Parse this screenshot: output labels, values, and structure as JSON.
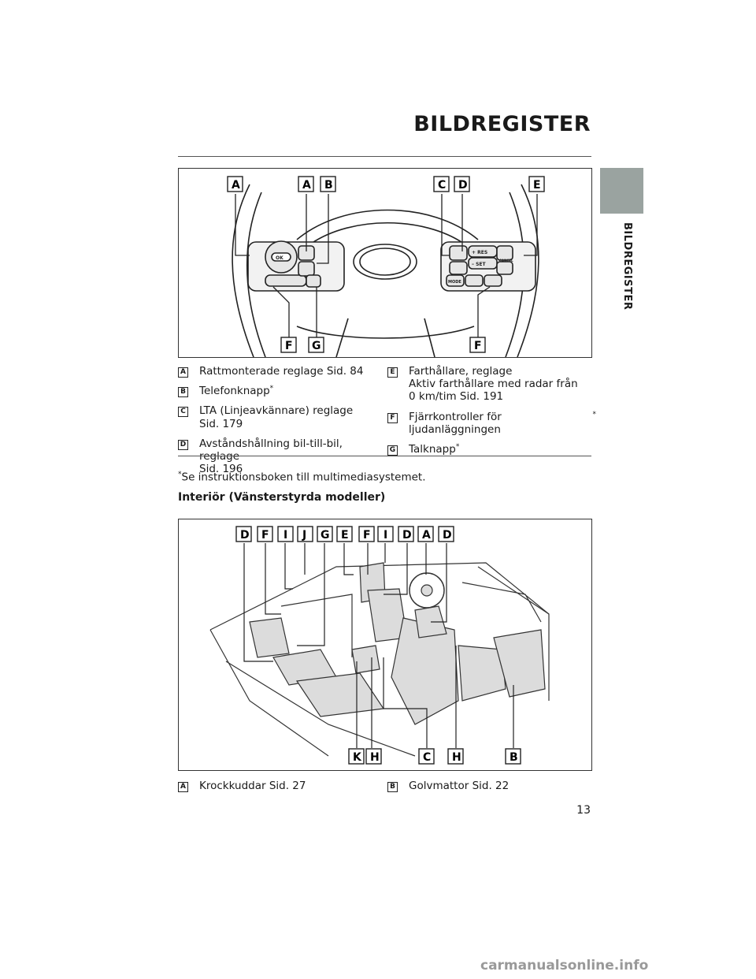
{
  "header": {
    "title": "BILDREGISTER"
  },
  "side_tab": {
    "label": "BILDREGISTER"
  },
  "figure1": {
    "labels_top": [
      "A",
      "A",
      "B",
      "C",
      "D",
      "E"
    ],
    "labels_bottom": [
      "F",
      "G",
      "F"
    ],
    "button_texts": {
      "ok": "OK",
      "res": "+ RES",
      "set": "– SET",
      "cancel": "CANCEL",
      "mode": "MODE"
    }
  },
  "legend1": {
    "left": [
      {
        "key": "A",
        "text": "Rattmonterade reglage Sid. 84",
        "star": ""
      },
      {
        "key": "B",
        "text": "Telefonknapp",
        "star": "*"
      },
      {
        "key": "C",
        "text": "LTA (Linjeavkännare) reglage\nSid. 179",
        "star": ""
      },
      {
        "key": "D",
        "text": "Avståndshållning bil-till-bil, reglage\nSid. 196",
        "star": ""
      }
    ],
    "right": [
      {
        "key": "E",
        "text": "Farthållare, reglage\nAktiv farthållare med radar från\n0 km/tim Sid. 191",
        "star": ""
      },
      {
        "key": "F",
        "text": "Fjärrkontroller för ljudanläggningen",
        "star": "*"
      },
      {
        "key": "G",
        "text": "Talknapp",
        "star": "*"
      }
    ]
  },
  "footnote": {
    "star": "*",
    "text": "Se instruktionsboken till multimediasystemet."
  },
  "section": {
    "heading": "Interiör (Vänsterstyrda modeller)"
  },
  "figure2": {
    "labels_top": [
      "D",
      "F",
      "I",
      "J",
      "G",
      "E",
      "F",
      "I",
      "D",
      "A",
      "D"
    ],
    "labels_bottom": [
      "K",
      "H",
      "C",
      "H",
      "B"
    ]
  },
  "legend2": {
    "left": [
      {
        "key": "A",
        "text": "Krockkuddar Sid. 27",
        "star": ""
      }
    ],
    "right": [
      {
        "key": "B",
        "text": "Golvmattor Sid. 22",
        "star": ""
      }
    ]
  },
  "page": {
    "number": "13"
  },
  "watermark": {
    "text": "carmanualsonline.info"
  }
}
